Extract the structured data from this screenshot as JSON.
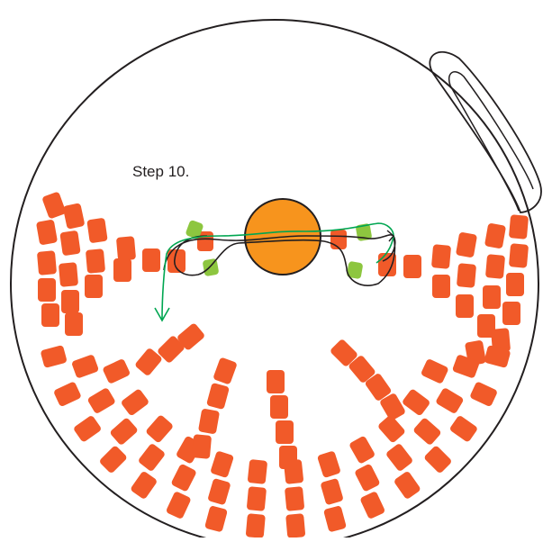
{
  "diagram": {
    "step_label": "Step 10.",
    "colors": {
      "bead": "#f15a29",
      "bead_stroke": "#e04a1c",
      "center_bead": "#f7941d",
      "center_bead_stroke": "#231f20",
      "accent_bead": "#8dc63f",
      "thread_black": "#231f20",
      "thread_green": "#00a651",
      "outline": "#231f20"
    },
    "elements": {
      "outer_ring": "circular-frame",
      "loop": "hanging-loop",
      "center": "center-bead",
      "threads": [
        "black-thread-path",
        "green-thread-path"
      ]
    }
  }
}
